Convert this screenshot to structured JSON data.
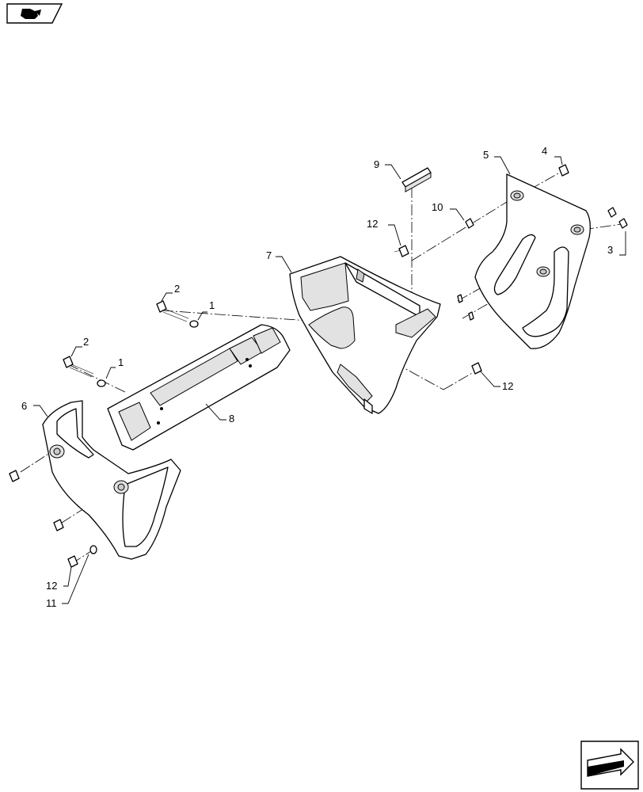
{
  "callouts": [
    {
      "text": "1"
    },
    {
      "text": "1"
    },
    {
      "text": "2"
    },
    {
      "text": "2"
    },
    {
      "text": "3"
    },
    {
      "text": "4"
    },
    {
      "text": "5"
    },
    {
      "text": "6"
    },
    {
      "text": "7"
    },
    {
      "text": "8"
    },
    {
      "text": "9"
    },
    {
      "text": "10"
    },
    {
      "text": "11"
    },
    {
      "text": "12"
    },
    {
      "text": "12"
    },
    {
      "text": "12"
    }
  ],
  "icons": {
    "top_left": "page-flip-icon",
    "bottom_right": "next-page-arrow-icon"
  }
}
